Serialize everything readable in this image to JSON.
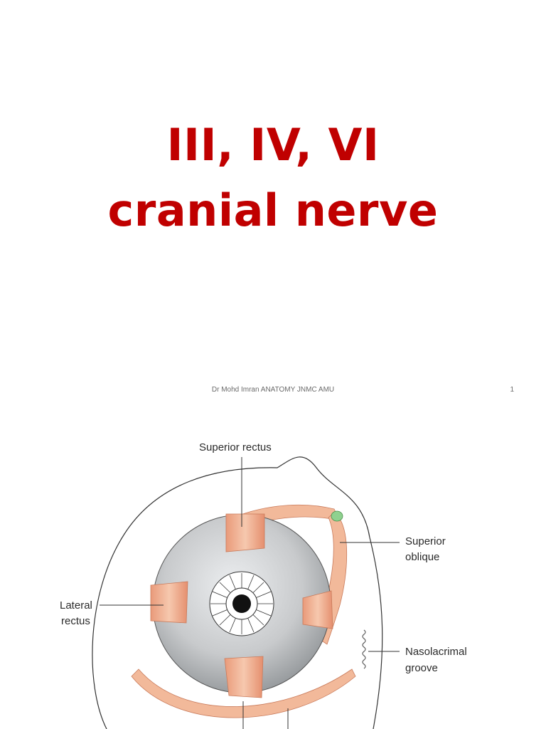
{
  "slide": {
    "title_line1": "III, IV, VI",
    "title_line2": "cranial nerve",
    "footer": "Dr Mohd Imran ANATOMY JNMC AMU",
    "page_number": "1",
    "title_color": "#c00000"
  },
  "figure": {
    "labels": {
      "superior_rectus": "Superior rectus",
      "superior_oblique_1": "Superior",
      "superior_oblique_2": "oblique",
      "lateral_rectus_1": "Lateral",
      "lateral_rectus_2": "rectus",
      "nasolacrimal_1": "Nasolacrimal",
      "nasolacrimal_2": "groove"
    },
    "colors": {
      "muscle": "#f2b99a",
      "eyeball": "#c8cacc",
      "trochlea": "#8fd18f"
    }
  }
}
